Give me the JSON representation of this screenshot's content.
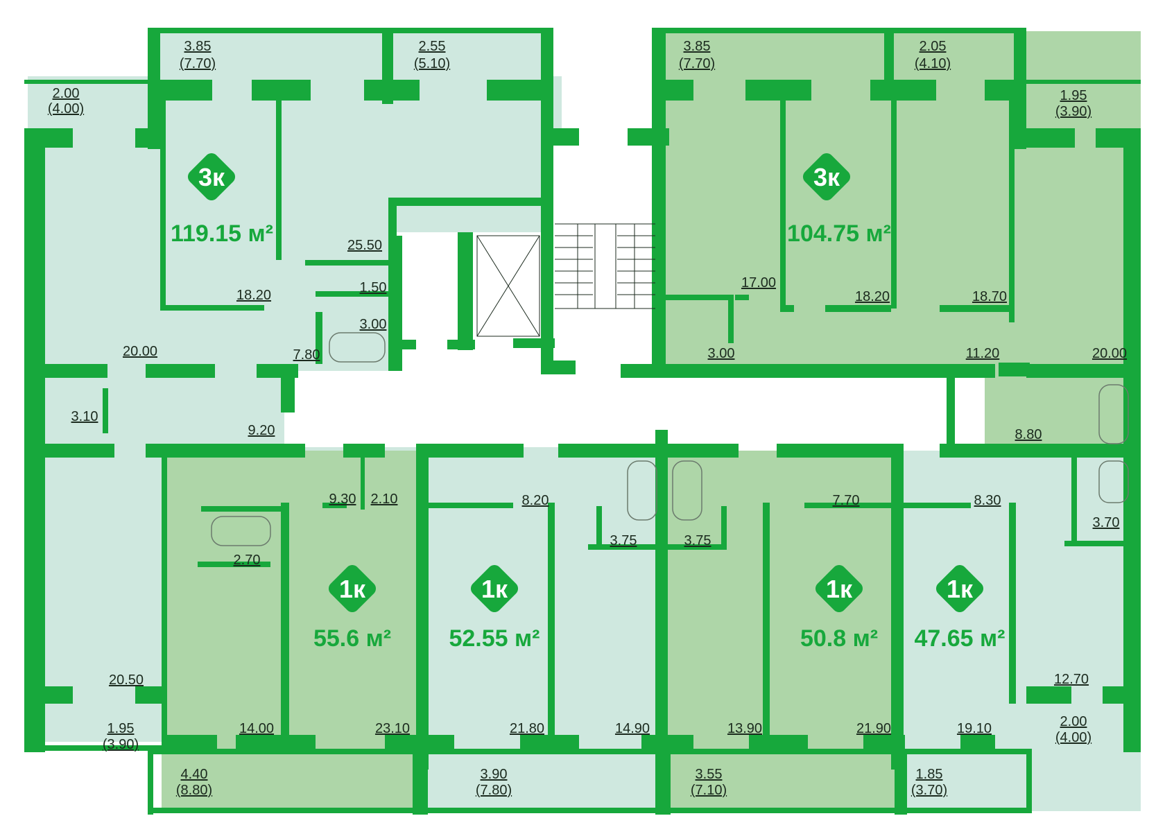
{
  "colors": {
    "wall": "#17a83c",
    "apt_light": "#cfe8df",
    "apt_mid": "#aed6a8",
    "corridor": "#ffffff",
    "text": "#1b2a1e",
    "badge": "#17a83c"
  },
  "apartments": [
    {
      "id": "apt-3k-119",
      "type": "3к",
      "area": "119.15 м²"
    },
    {
      "id": "apt-3k-104",
      "type": "3к",
      "area": "104.75 м²"
    },
    {
      "id": "apt-1k-55",
      "type": "1к",
      "area": "55.6 м²"
    },
    {
      "id": "apt-1k-52",
      "type": "1к",
      "area": "52.55 м²"
    },
    {
      "id": "apt-1k-50",
      "type": "1к",
      "area": "50.8 м²"
    },
    {
      "id": "apt-1k-47",
      "type": "1к",
      "area": "47.65 м²"
    }
  ],
  "rooms": {
    "r1": "3.85",
    "r1b": "(7.70)",
    "r2": "2.55",
    "r2b": "(5.10)",
    "r3": "2.00",
    "r3b": "(4.00)",
    "r4": "3.85",
    "r4b": "(7.70)",
    "r5": "2.05",
    "r5b": "(4.10)",
    "r6": "1.95",
    "r6b": "(3.90)",
    "r7": "25.50",
    "r8": "1.50",
    "r9": "3.00",
    "r10": "18.20",
    "r11": "7.80",
    "r12": "20.00",
    "r13": "3.10",
    "r14": "9.20",
    "r15": "17.00",
    "r16": "18.20",
    "r17": "18.70",
    "r18": "3.00",
    "r19": "11.20",
    "r20": "20.00",
    "r21": "8.80",
    "r22": "9.30",
    "r23": "2.10",
    "r24": "2.70",
    "r25": "14.00",
    "r26": "23.10",
    "r27": "20.50",
    "r28": "8.20",
    "r29": "3.75",
    "r30": "21.80",
    "r31": "14.90",
    "r32": "3.75",
    "r33": "7.70",
    "r34": "13.90",
    "r35": "21.90",
    "r36": "8.30",
    "r37": "3.70",
    "r38": "12.70",
    "r39": "19.10",
    "r40": "1.95",
    "r40b": "(3.90)",
    "r41": "4.40",
    "r41b": "(8.80)",
    "r42": "3.90",
    "r42b": "(7.80)",
    "r43": "3.55",
    "r43b": "(7.10)",
    "r44": "1.85",
    "r44b": "(3.70)",
    "r45": "2.00",
    "r45b": "(4.00)"
  }
}
